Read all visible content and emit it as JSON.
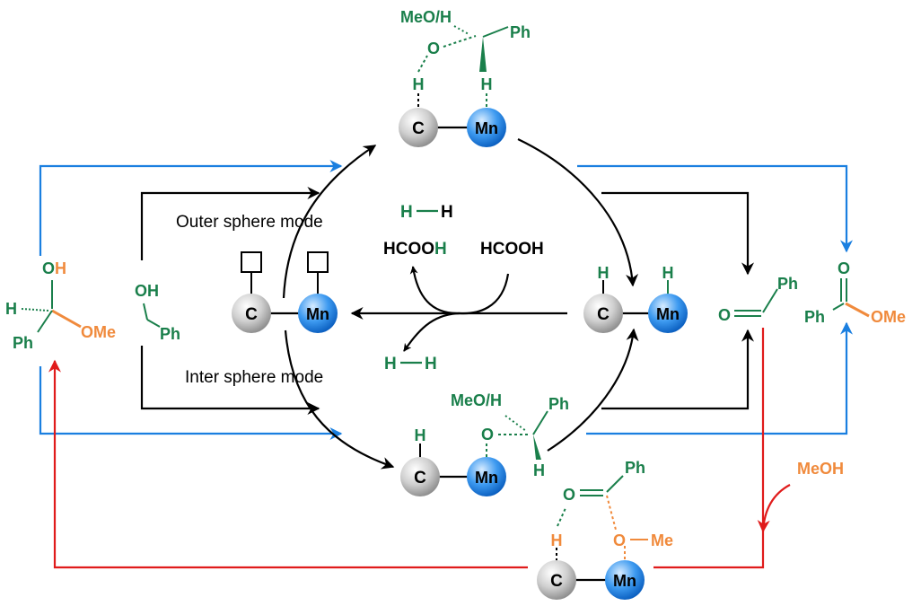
{
  "colors": {
    "green": "#1a7f4b",
    "orange": "#f08a3c",
    "blue": "#1a7fe0",
    "red": "#e01b1b",
    "black": "#000000"
  },
  "labels": {
    "outer_sphere": "Outer sphere mode",
    "inter_sphere": "Inter sphere mode",
    "h_h_top": "H",
    "h_h_top2": "H",
    "hcooh_left": "HCOO",
    "hcooh_left_h": "H",
    "hcooh_right": "HCOOH",
    "h_h_bottom": "H",
    "h_h_bottom2": "H"
  },
  "atoms": {
    "C": "C",
    "Mn": "Mn",
    "H": "H",
    "O": "O",
    "Ph": "Ph",
    "OH": "OH",
    "OMe": "OMe",
    "Me": "Me",
    "MeOH": "MeOH",
    "MeO_H": "MeO/H"
  },
  "molecules": {
    "hemiacetal": {
      "o": "O",
      "h_on_o": "H",
      "h": "H",
      "ph": "Ph",
      "ome": "OMe"
    },
    "benzyl_alcohol": {
      "oh": "OH",
      "ph": "Ph"
    },
    "benzaldehyde": {
      "o": "O",
      "ph": "Ph"
    },
    "ester": {
      "o": "O",
      "ph": "Ph",
      "ome": "OMe"
    }
  }
}
